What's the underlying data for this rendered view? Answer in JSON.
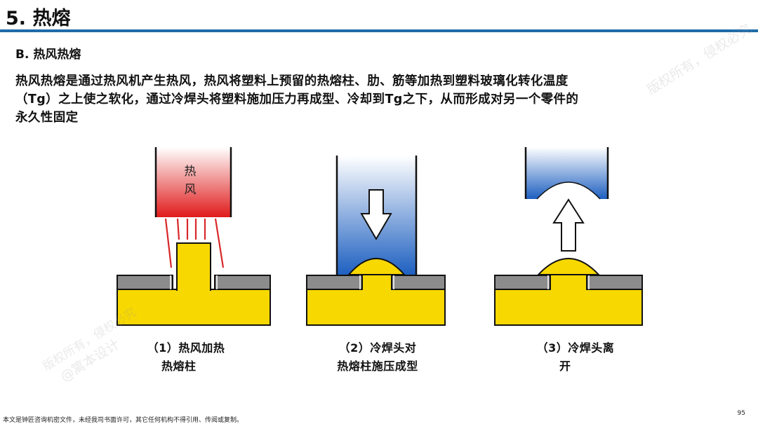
{
  "title": "5. 热熔",
  "section": "B.  热风热熔",
  "paragraph": [
    "热风热熔是通过热风机产生热风，热风将塑料上预留的热熔柱、肋、筋等加热到塑料玻璃化转化温度",
    "（Tg）之上使之软化，通过冷焊头将塑料施加压力再成型、冷却到Tg之下，从而形成对另一个零件的",
    "永久性固定"
  ],
  "hot_air_label": [
    "热",
    "风"
  ],
  "captions": {
    "step1": [
      "（1）热风加热",
      "热熔柱"
    ],
    "step2": [
      "（2）冷焊头对",
      "热熔柱施压成型"
    ],
    "step3": [
      "（3）冷焊头离",
      "开"
    ]
  },
  "colors": {
    "accent": "#1f6ba8",
    "plastic": "#f7d800",
    "hot_air_top": "#ffffff",
    "hot_air_bottom": "#e01a1a",
    "cold_head_top": "#ffffff",
    "cold_head_bottom": "#1d5fc0",
    "plate": "#8c8c8c"
  },
  "footer": "本文是钟匠咨询机密文件，未经我司书面许可，其它任何机构不得引用、传阅或复制。",
  "page_number": "95",
  "watermarks": [
    "版权所有，侵权必究",
    "@篱本设计",
    "版权所有，侵权必究"
  ],
  "icons": [
    "down-arrow-icon",
    "up-arrow-icon"
  ]
}
